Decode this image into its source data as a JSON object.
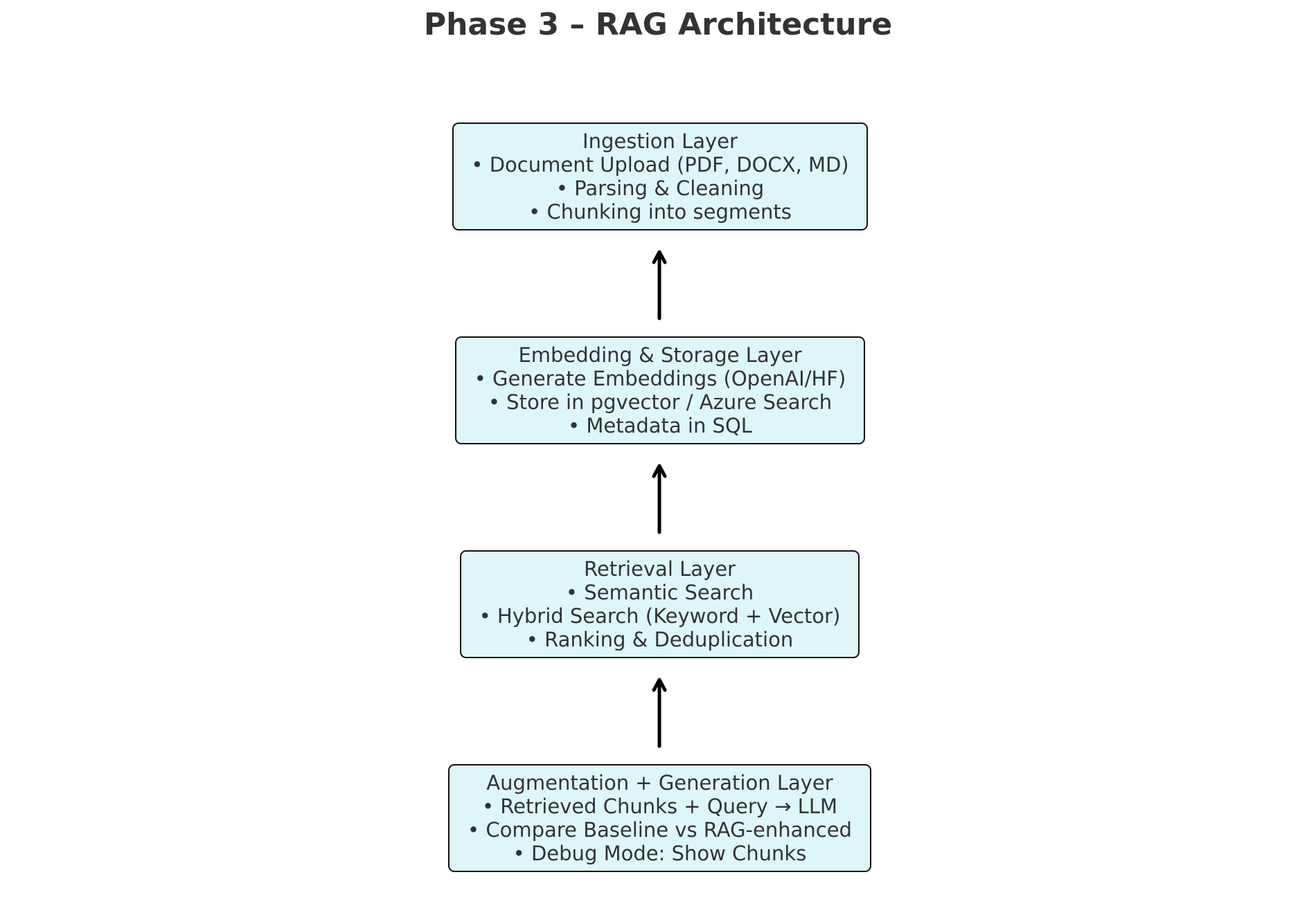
{
  "title": "Phase 3 – RAG Architecture",
  "colors": {
    "box_fill": "#dff6f8",
    "box_border": "#111111",
    "text": "#333333",
    "arrow": "#000000"
  },
  "layers": [
    {
      "heading": "Ingestion Layer",
      "items": [
        "• Document Upload (PDF, DOCX, MD)",
        "• Parsing & Cleaning",
        "• Chunking into segments"
      ]
    },
    {
      "heading": "Embedding & Storage Layer",
      "items": [
        "• Generate Embeddings (OpenAI/HF)",
        "• Store in pgvector / Azure Search",
        "• Metadata in SQL"
      ]
    },
    {
      "heading": "Retrieval Layer",
      "items": [
        "• Semantic Search",
        "• Hybrid Search (Keyword + Vector)",
        "• Ranking & Deduplication"
      ]
    },
    {
      "heading": "Augmentation + Generation Layer",
      "items": [
        "• Retrieved Chunks + Query → LLM",
        "• Compare Baseline vs RAG-enhanced",
        "• Debug Mode: Show Chunks"
      ]
    }
  ],
  "arrows": [
    {
      "from": "Embedding & Storage Layer",
      "to": "Ingestion Layer"
    },
    {
      "from": "Retrieval Layer",
      "to": "Embedding & Storage Layer"
    },
    {
      "from": "Augmentation + Generation Layer",
      "to": "Retrieval Layer"
    }
  ]
}
